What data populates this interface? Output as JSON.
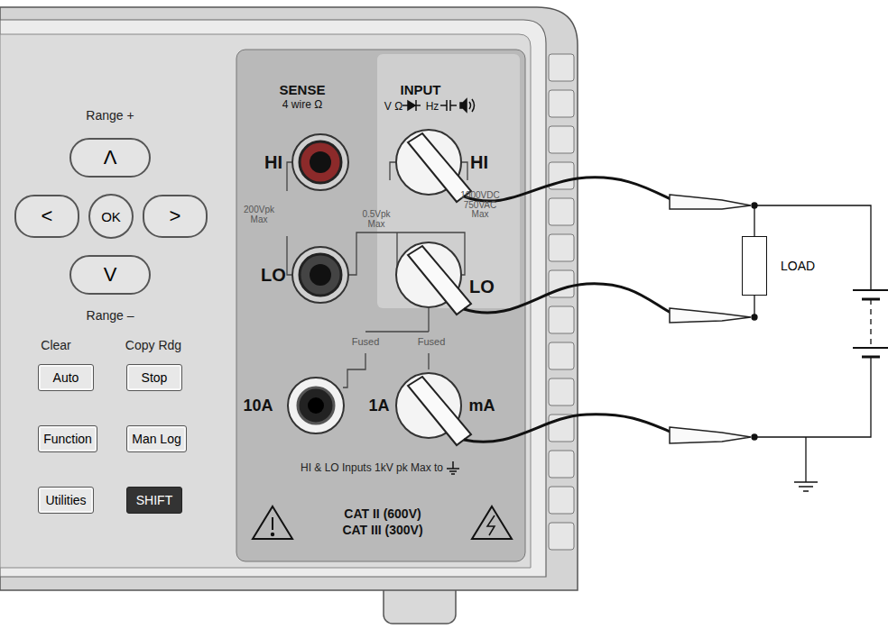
{
  "diagram": {
    "nodes": [
      {
        "text": [
          "Λ"
        ]
      },
      {
        "text": [
          "<"
        ]
      },
      {
        "text": [
          "OK"
        ]
      },
      {
        "text": [
          ">"
        ]
      },
      {
        "text": [
          "V"
        ]
      },
      {
        "text": [
          "Auto"
        ]
      },
      {
        "text": [
          "Stop"
        ]
      },
      {
        "text": [
          "Function"
        ]
      },
      {
        "text": [
          "Man Log"
        ]
      },
      {
        "text": [
          "Utilities"
        ]
      },
      {
        "text": [
          "SHIFT"
        ]
      },
      {
        "text": [
          "LOAD"
        ]
      }
    ],
    "labels": [
      "Range +",
      "Range –",
      "Clear",
      "Copy Rdg",
      "SENSE",
      "4 wire Ω",
      "INPUT",
      "V Ω",
      "Hz",
      "HI",
      "LO",
      "HI",
      "LO",
      "200Vpk Max",
      "0.5Vpk Max",
      "1000VDC 750VAC Max",
      "Fused",
      "Fused",
      "10A",
      "1A",
      "mA",
      "HI & LO Inputs 1kV pk Max to",
      "CAT II (600V)",
      "CAT III (300V)"
    ]
  }
}
